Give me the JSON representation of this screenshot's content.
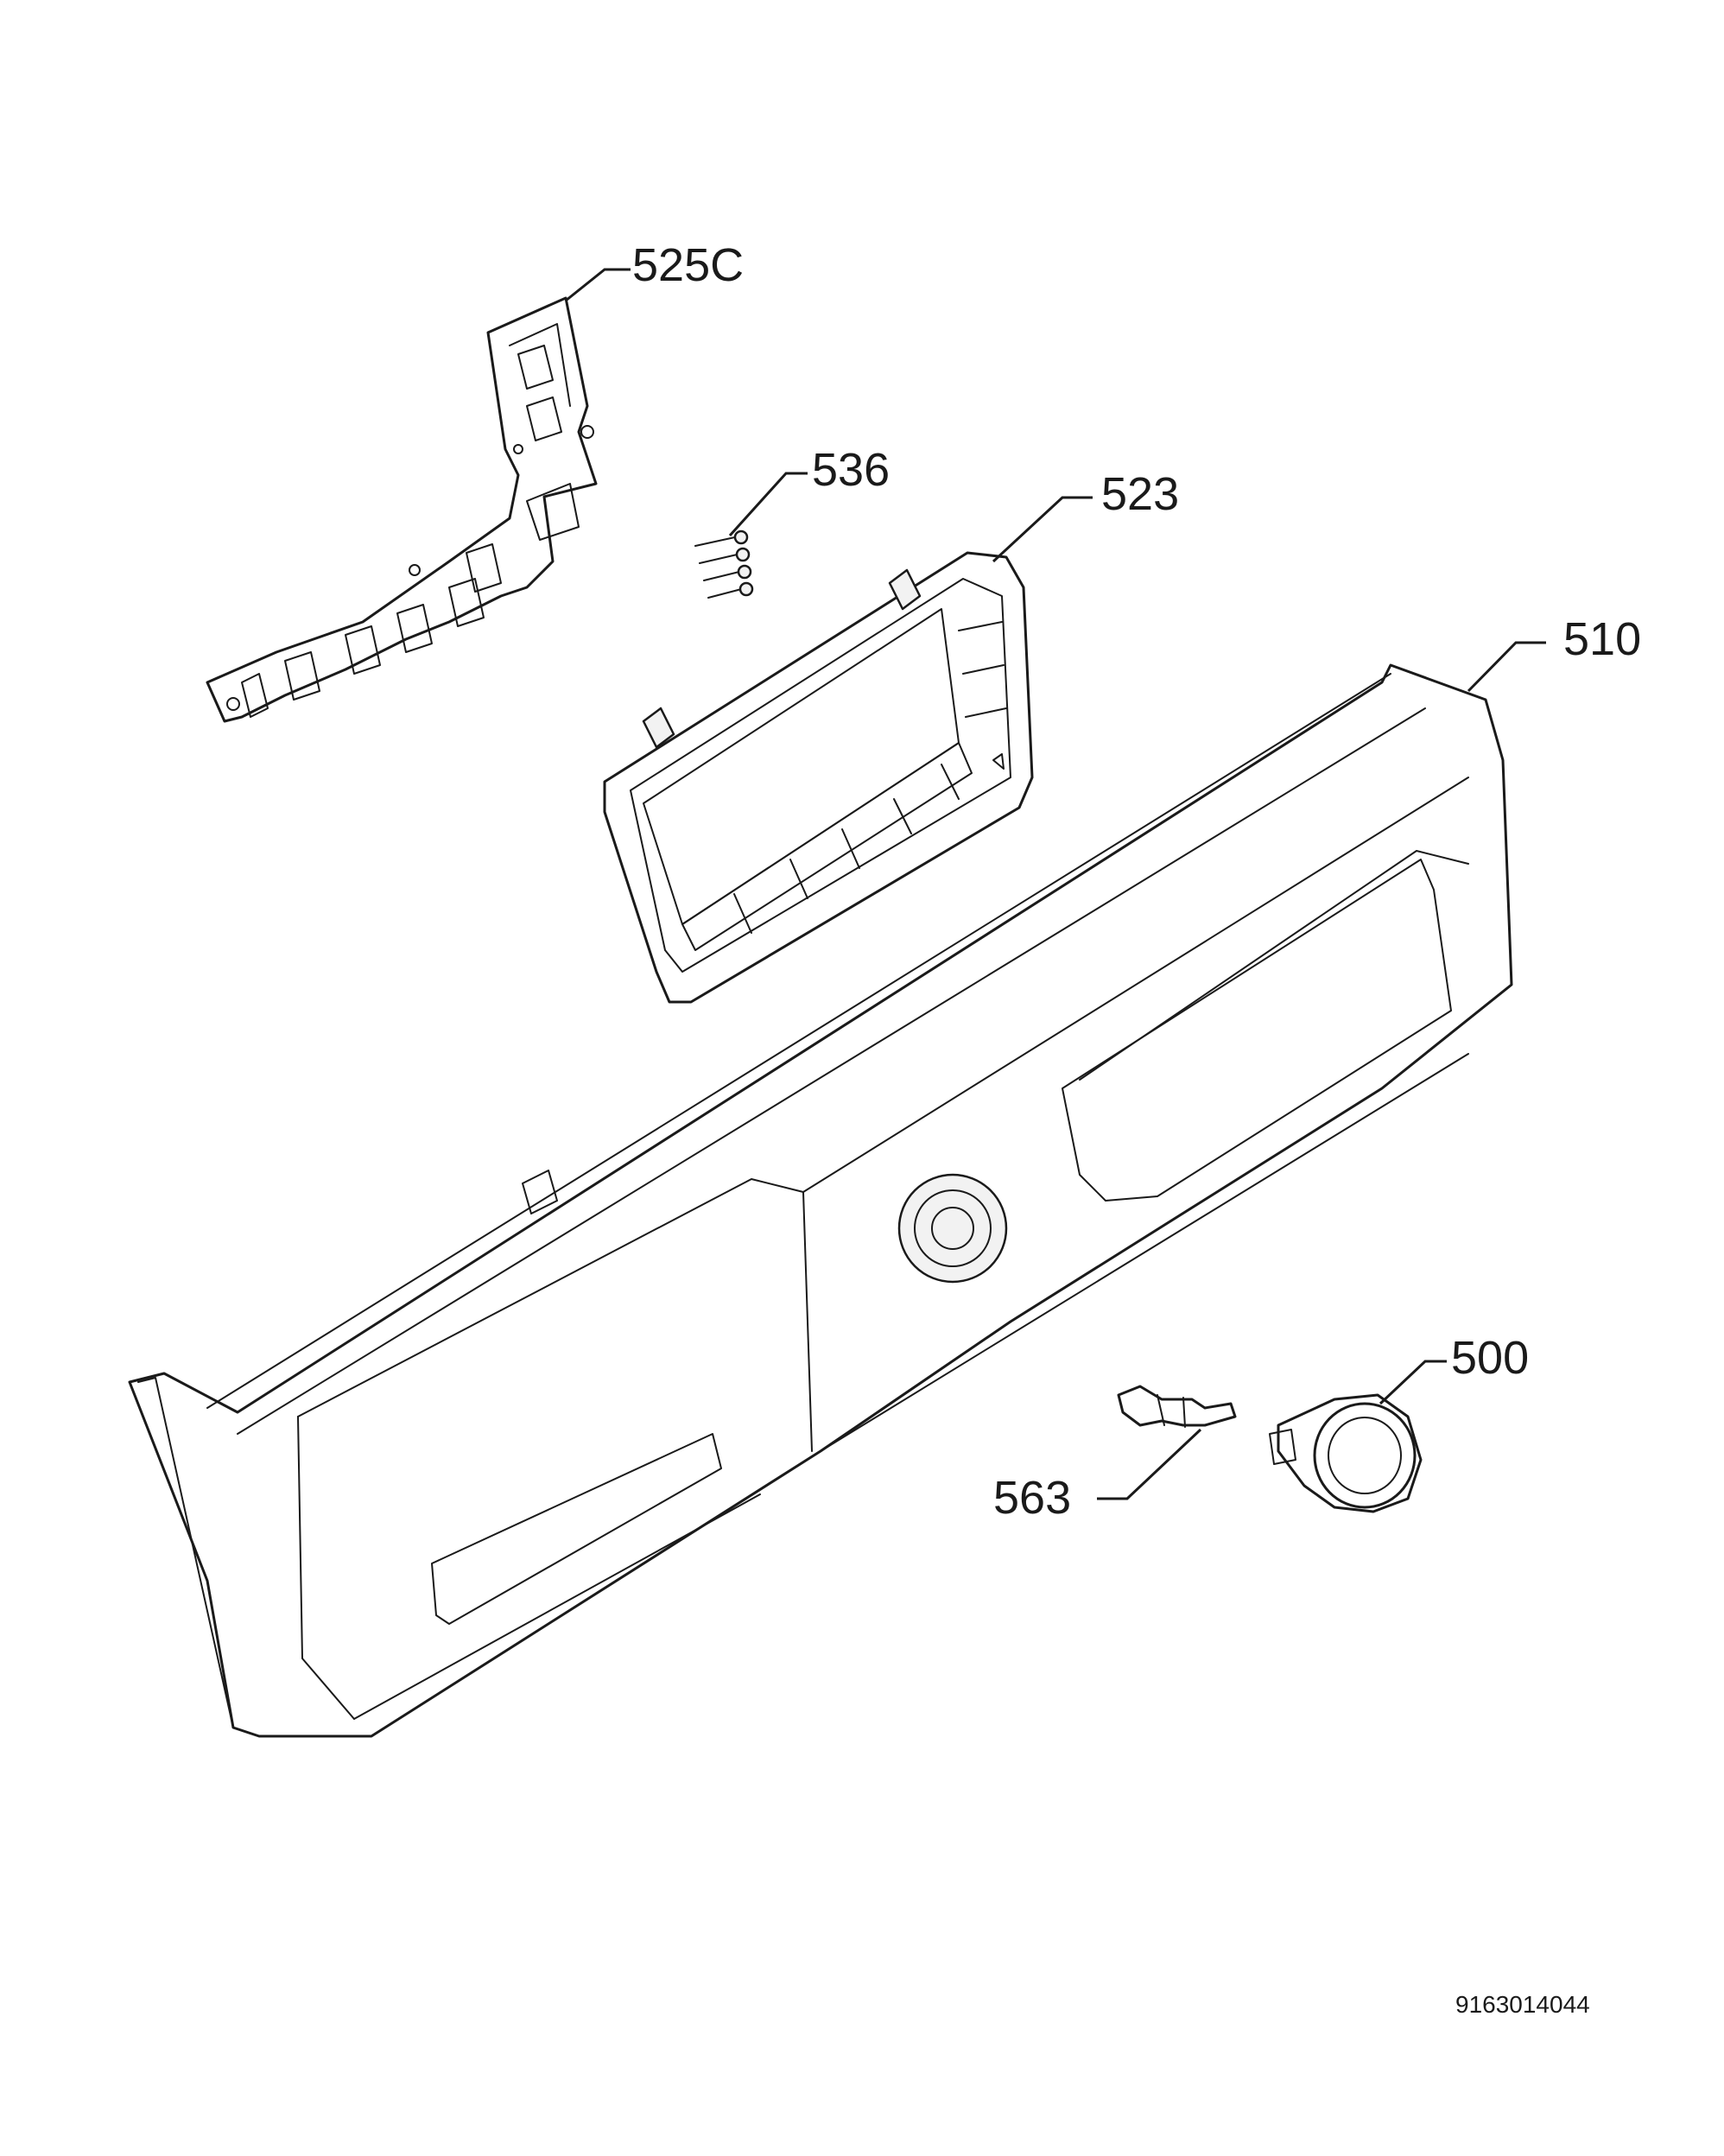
{
  "callouts": {
    "c525c": "525C",
    "c536": "536",
    "c523": "523",
    "c510": "510",
    "c500": "500",
    "c563": "563"
  },
  "document_number": "9163014044"
}
